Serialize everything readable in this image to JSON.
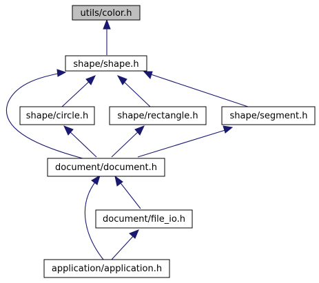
{
  "diagram": {
    "type": "include-dependency-graph",
    "colors": {
      "edge": "#191970",
      "current_node_fill": "#bfbfbf",
      "node_fill": "#ffffff",
      "node_border": "#000000"
    },
    "nodes": {
      "color": "utils/color.h",
      "shape": "shape/shape.h",
      "circle": "shape/circle.h",
      "rectangle": "shape/rectangle.h",
      "segment": "shape/segment.h",
      "document": "document/document.h",
      "file_io": "document/file_io.h",
      "application": "application/application.h"
    },
    "current_node": "color",
    "edges": [
      {
        "from": "shape",
        "to": "color"
      },
      {
        "from": "circle",
        "to": "shape"
      },
      {
        "from": "rectangle",
        "to": "shape"
      },
      {
        "from": "segment",
        "to": "shape"
      },
      {
        "from": "document",
        "to": "shape"
      },
      {
        "from": "document",
        "to": "circle"
      },
      {
        "from": "document",
        "to": "rectangle"
      },
      {
        "from": "document",
        "to": "segment"
      },
      {
        "from": "file_io",
        "to": "document"
      },
      {
        "from": "application",
        "to": "document"
      },
      {
        "from": "application",
        "to": "file_io"
      }
    ]
  }
}
